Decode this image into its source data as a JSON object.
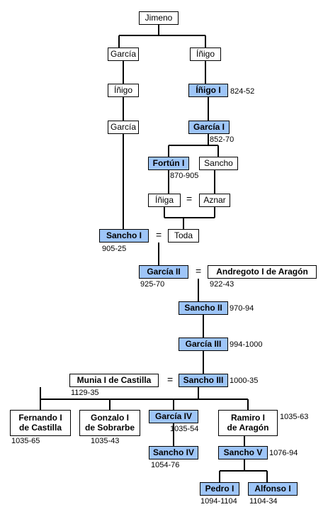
{
  "nodes": [
    {
      "id": "jimeno",
      "label": "Jimeno"
    },
    {
      "id": "garcia_a",
      "label": "García"
    },
    {
      "id": "inigo_a",
      "label": "Íñigo"
    },
    {
      "id": "inigo_b",
      "label": "Íñigo"
    },
    {
      "id": "inigo_i",
      "label": "Íñigo I",
      "dates": "824-52"
    },
    {
      "id": "garcia_b",
      "label": "García"
    },
    {
      "id": "garcia_i",
      "label": "García I",
      "dates": "852-70"
    },
    {
      "id": "fortun_i",
      "label": "Fortún I",
      "dates": "870-905"
    },
    {
      "id": "sancho_a",
      "label": "Sancho"
    },
    {
      "id": "iniga",
      "label": "Íñiga"
    },
    {
      "id": "aznar",
      "label": "Aznar"
    },
    {
      "id": "sancho_i",
      "label": "Sancho I",
      "dates": "905-25"
    },
    {
      "id": "toda",
      "label": "Toda"
    },
    {
      "id": "garcia_ii",
      "label": "García II",
      "dates": "925-70"
    },
    {
      "id": "andregoto",
      "label": "Andregoto I de Aragón",
      "dates": "922-43"
    },
    {
      "id": "sancho_ii",
      "label": "Sancho II",
      "dates": "970-94"
    },
    {
      "id": "garcia_iii",
      "label": "García III",
      "dates": "994-1000"
    },
    {
      "id": "munia",
      "label": "Munia I de Castilla",
      "dates": "1129-35"
    },
    {
      "id": "sancho_iii",
      "label": "Sancho III",
      "dates": "1000-35"
    },
    {
      "id": "fernando",
      "label": "Fernando I\nde Castilla",
      "dates": "1035-65"
    },
    {
      "id": "gonzalo",
      "label": "Gonzalo I\nde Sobrarbe",
      "dates": "1035-43"
    },
    {
      "id": "garcia_iv",
      "label": "García IV",
      "dates": "1035-54"
    },
    {
      "id": "ramiro",
      "label": "Ramiro I\nde Aragón",
      "dates": "1035-63"
    },
    {
      "id": "sancho_iv",
      "label": "Sancho IV",
      "dates": "1054-76"
    },
    {
      "id": "sancho_v",
      "label": "Sancho V",
      "dates": "1076-94"
    },
    {
      "id": "pedro_i",
      "label": "Pedro I",
      "dates": "1094-1104"
    },
    {
      "id": "alfonso_i",
      "label": "Alfonso I",
      "dates": "1104-34"
    }
  ],
  "marriage_symbol": "=",
  "colors": {
    "ruler_fill": "#9ec5f8",
    "plain_fill": "#ffffff",
    "line": "#000000"
  }
}
